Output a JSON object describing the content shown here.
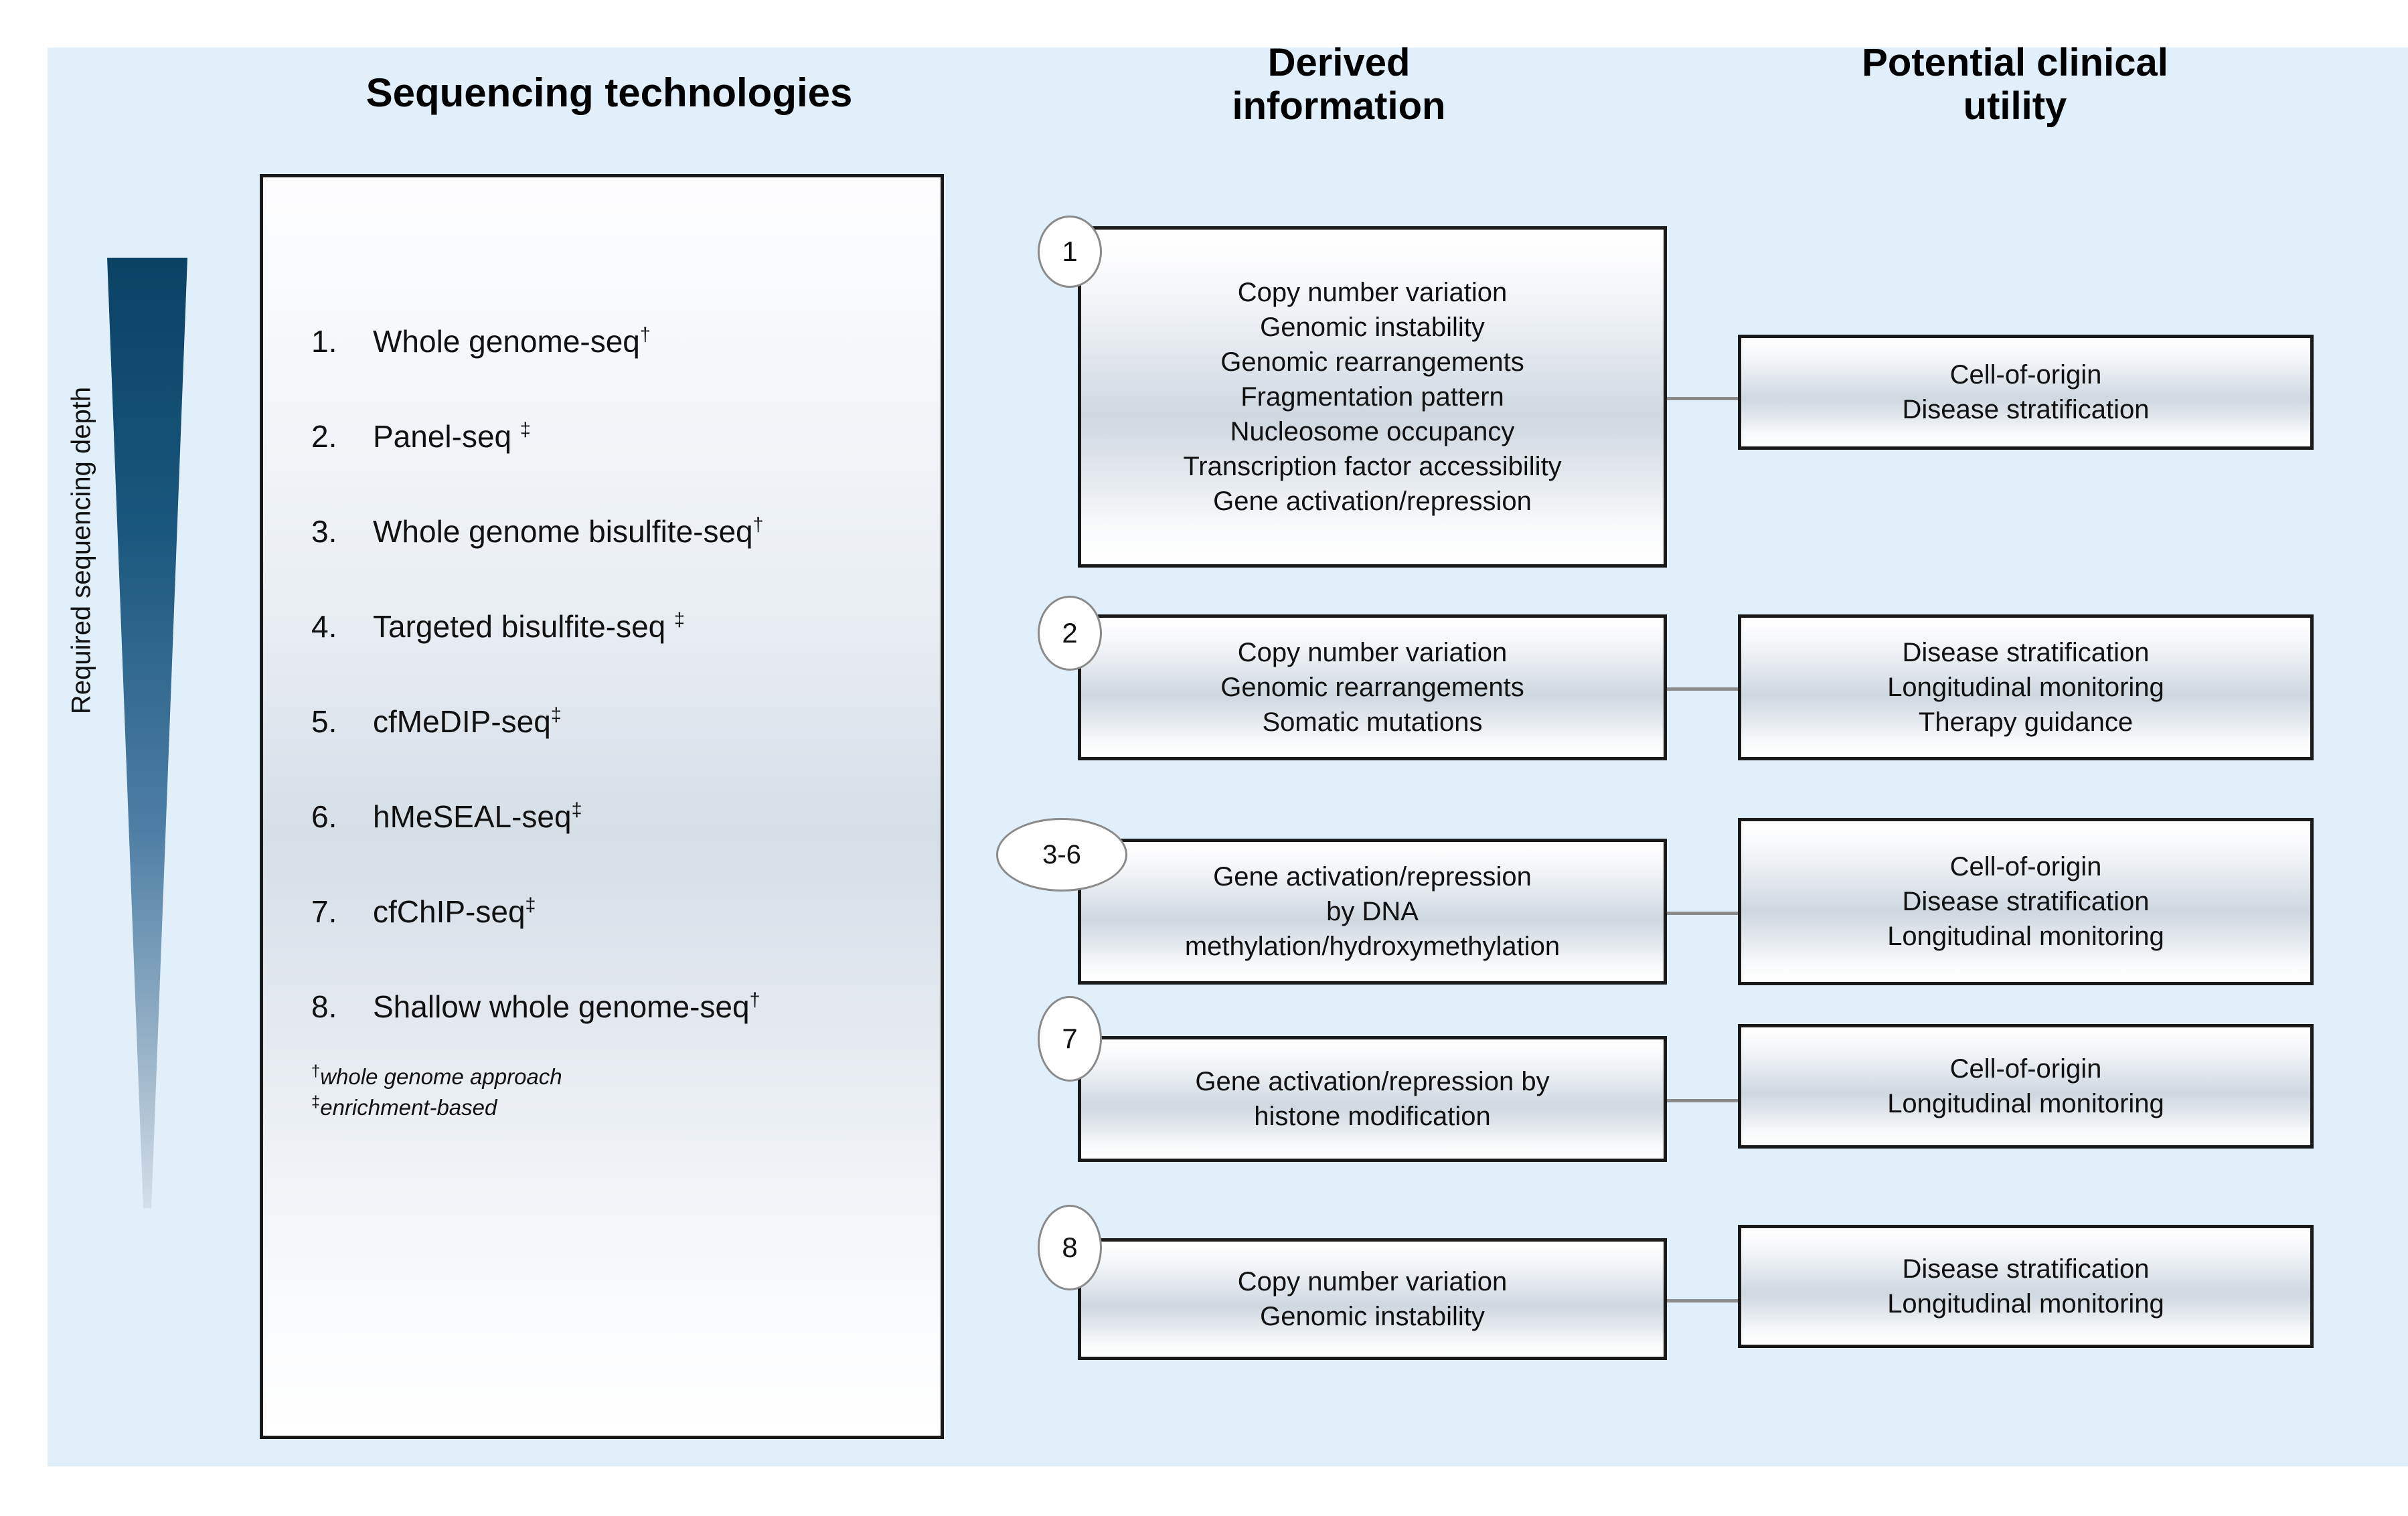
{
  "figure": {
    "background_color": "#e1effb",
    "accent_color": "#0a4264"
  },
  "headings": {
    "sequencing": "Sequencing technologies",
    "derived": "Derived\ninformation",
    "derived_line1": "Derived",
    "derived_line2": "information",
    "utility_line1": "Potential clinical",
    "utility_line2": "utility"
  },
  "axis": {
    "label": "Required sequencing depth"
  },
  "technologies": {
    "items": [
      {
        "num": "1.",
        "label": "Whole genome-seq",
        "marker": "†"
      },
      {
        "num": "2.",
        "label": "Panel-seq ",
        "marker": "‡"
      },
      {
        "num": "3.",
        "label": "Whole genome bisulfite-seq",
        "marker": "†"
      },
      {
        "num": "4.",
        "label": "Targeted bisulfite-seq ",
        "marker": "‡"
      },
      {
        "num": "5.",
        "label": "cfMeDIP-seq",
        "marker": "‡"
      },
      {
        "num": "6.",
        "label": "hMeSEAL-seq",
        "marker": "‡"
      },
      {
        "num": "7.",
        "label": "cfChIP-seq",
        "marker": "‡"
      },
      {
        "num": "8.",
        "label": "Shallow whole genome-seq",
        "marker": "†"
      }
    ],
    "footnotes": [
      {
        "marker": "†",
        "text": "whole genome approach"
      },
      {
        "marker": "‡",
        "text": "enrichment-based"
      }
    ]
  },
  "rows": [
    {
      "badge": "1",
      "derived": [
        "Copy number variation",
        "Genomic instability",
        "Genomic rearrangements",
        "Fragmentation pattern",
        "Nucleosome occupancy",
        "Transcription factor accessibility",
        "Gene activation/repression"
      ],
      "utility": [
        "Cell-of-origin",
        "Disease stratification"
      ]
    },
    {
      "badge": "2",
      "derived": [
        "Copy number variation",
        "Genomic rearrangements",
        "Somatic mutations"
      ],
      "utility": [
        "Disease stratification",
        "Longitudinal monitoring",
        "Therapy guidance"
      ]
    },
    {
      "badge": "3-6",
      "derived": [
        "Gene activation/repression",
        "by DNA",
        "methylation/hydroxymethylation"
      ],
      "utility": [
        "Cell-of-origin",
        "Disease stratification",
        "Longitudinal monitoring"
      ]
    },
    {
      "badge": "7",
      "derived": [
        "Gene activation/repression by",
        "histone modification"
      ],
      "utility": [
        "Cell-of-origin",
        "Longitudinal monitoring"
      ]
    },
    {
      "badge": "8",
      "derived": [
        "Copy number variation",
        "Genomic instability"
      ],
      "utility": [
        "Disease stratification",
        "Longitudinal monitoring"
      ]
    }
  ]
}
